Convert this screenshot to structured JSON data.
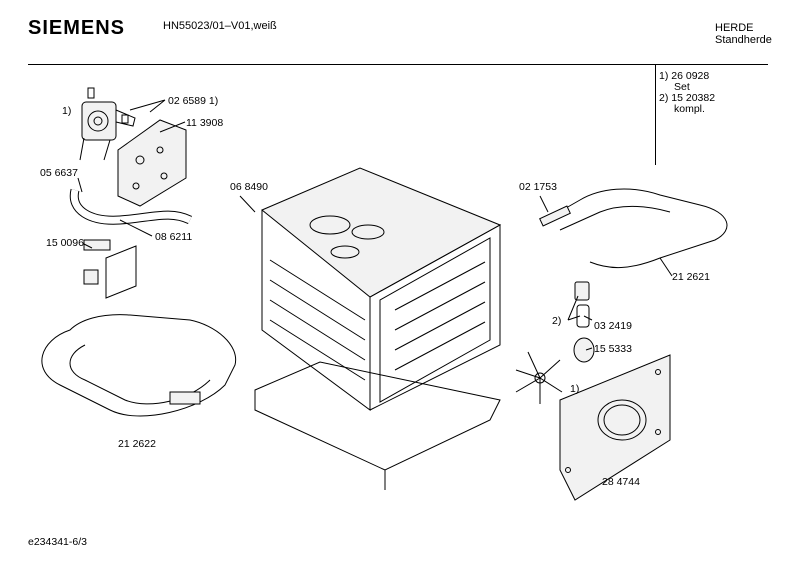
{
  "header": {
    "brand": "SIEMENS",
    "model": "HN55023/01–V01,weiß",
    "category_1": "HERDE",
    "category_2": "Standherde"
  },
  "notes": [
    {
      "line1": "1)  26 0928",
      "line2": "Set"
    },
    {
      "line1": "2)  15 20382",
      "line2": "kompl."
    }
  ],
  "part_labels": {
    "p026589": "02 6589 1)",
    "p113908": "11 3908",
    "p056637": "05 6637",
    "p068490": "06 8490",
    "p021753": "02 1753",
    "p086211": "08 6211",
    "p150096": "15 0096",
    "p212621": "21 2621",
    "p032419": "03 2419",
    "p155333": "15 5333",
    "p212622": "21 2622",
    "p284744": "28 4744"
  },
  "callouts": {
    "motor_ref": "1)",
    "bulb_ref": "2)",
    "fan_ref": "1)"
  },
  "footer": {
    "doc_id": "e234341-6/3"
  },
  "colors": {
    "line": "#000000",
    "background": "#ffffff",
    "panel_fill": "#f2f2f2"
  }
}
